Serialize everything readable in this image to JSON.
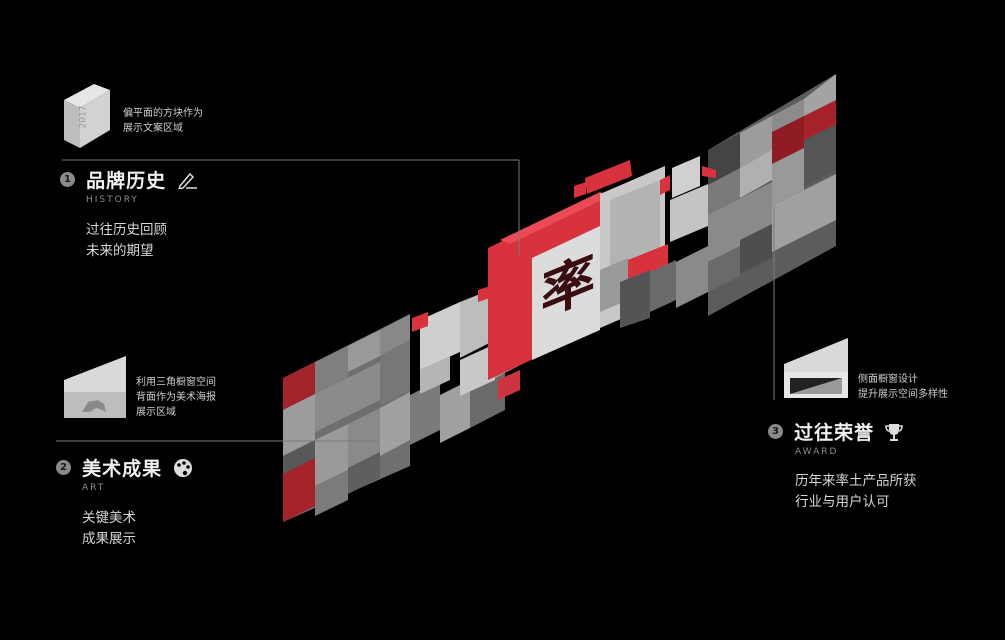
{
  "notes": {
    "top": [
      "偏平面的方块作为",
      "展示文案区域"
    ],
    "middle": [
      "利用三角橱窗空间",
      "背面作为美术海报",
      "展示区域"
    ],
    "right": [
      "侧面橱窗设计",
      "提升展示空间多样性"
    ]
  },
  "sections": [
    {
      "number": "1",
      "title": "品牌历史",
      "subtitle": "HISTORY",
      "desc": [
        "过往历史回顾",
        "未来的期望"
      ],
      "icon": "pencil-icon"
    },
    {
      "number": "2",
      "title": "美术成果",
      "subtitle": "ART",
      "desc": [
        "关键美术",
        "成果展示"
      ],
      "icon": "palette-icon"
    },
    {
      "number": "3",
      "title": "过往荣誉",
      "subtitle": "AWARD",
      "desc": [
        "历年来率土产品所获",
        "行业与用户认可"
      ],
      "icon": "trophy-icon"
    }
  ],
  "block_label": "2017",
  "logo_char": "率",
  "colors": {
    "red": "#d8333d",
    "dark_red": "#8e1c22",
    "gray": "#8a8a8a",
    "light": "#d2d2d2",
    "bg": "#000000"
  }
}
